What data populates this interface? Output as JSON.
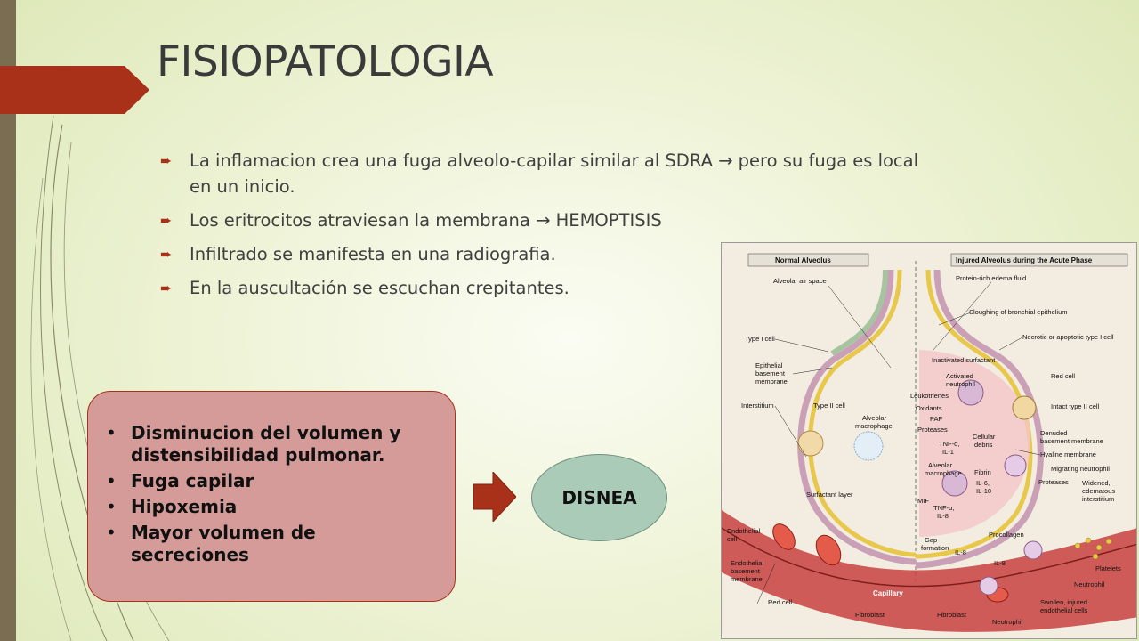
{
  "slide": {
    "title": "FISIOPATOLOGIA",
    "bullets": [
      {
        "before": "La inflamacion crea una fuga alveolo-capilar similar al SDRA ",
        "arrow": "→",
        "after": " pero su fuga es local en un inicio."
      },
      {
        "before": "Los eritrocitos atraviesan la membrana ",
        "arrow": "→",
        "after": " HEMOPTISIS"
      },
      {
        "before": "Infiltrado se manifesta en una radiografia.",
        "arrow": "",
        "after": ""
      },
      {
        "before": "En la auscultación se escuchan crepitantes.",
        "arrow": "",
        "after": ""
      }
    ],
    "bullet_icon": "arrow-bullet-icon",
    "symptoms": [
      "Disminucion del volumen y distensibilidad pulmonar.",
      "Fuga capilar",
      "Hipoxemia",
      "Mayor volumen de secreciones"
    ],
    "result": "DISNEA",
    "colors": {
      "accent": "#a9311a",
      "box": "#d49b98",
      "ellipse": "#a9cbb8",
      "sidebar": "#7a6d52"
    }
  },
  "figure": {
    "left_header": "Normal Alveolus",
    "right_header": "Injured Alveolus during the Acute Phase",
    "labels": {
      "alveolar_air_space": "Alveolar air space",
      "type1_cell": "Type I cell",
      "epithelial_bm": "Epithelial\nbasement\nmembrane",
      "interstitium": "Interstitium",
      "type2_cell": "Type II cell",
      "alveolar_macrophage": "Alveolar\nmacrophage",
      "surfactant_layer": "Surfactant layer",
      "endothelial_cell": "Endothelial\ncell",
      "endothelial_bm": "Endothelial\nbasement\nmembrane",
      "red_cell_left": "Red cell",
      "capillary": "Capillary",
      "fibroblast_left": "Fibroblast",
      "protein_rich": "Protein-rich edema fluid",
      "sloughing": "Sloughing of bronchial epithelium",
      "necrotic": "Necrotic or apoptotic type I cell",
      "inactivated_surfactant": "Inactivated surfactant",
      "activated_neutrophil": "Activated\nneutrophil",
      "red_cell_right": "Red cell",
      "leukotrienes": "Leukotrienes",
      "oxidants": "Oxidants",
      "paf": "PAF",
      "proteases_left": "Proteases",
      "intact_type2": "Intact type II cell",
      "tnf_il1": "TNF-α,\nIL-1",
      "cellular_debris": "Cellular\ndebris",
      "denuded_bm": "Denuded\nbasement membrane",
      "hyaline": "Hyaline membrane",
      "alv_macrophage_right": "Alveolar\nmacrophage",
      "fibrin": "Fibrin",
      "il6_il10": "IL-6,\nIL-10",
      "migrating_neutrophil": "Migrating neutrophil",
      "proteases_right": "Proteases",
      "widened": "Widened,\nedematous\ninterstitium",
      "mif": "MIF",
      "tnf_il8": "TNF-α,\nIL-8",
      "procollagen": "Procollagen",
      "gap_formation": "Gap\nformation",
      "il8_a": "IL-8",
      "il8_b": "IL-8",
      "platelets": "Platelets",
      "neutrophil_mid": "Neutrophil",
      "swollen": "Swollen, injured\nendothelial cells",
      "fibroblast_right": "Fibroblast",
      "neutrophil_bottom": "Neutrophil"
    }
  }
}
